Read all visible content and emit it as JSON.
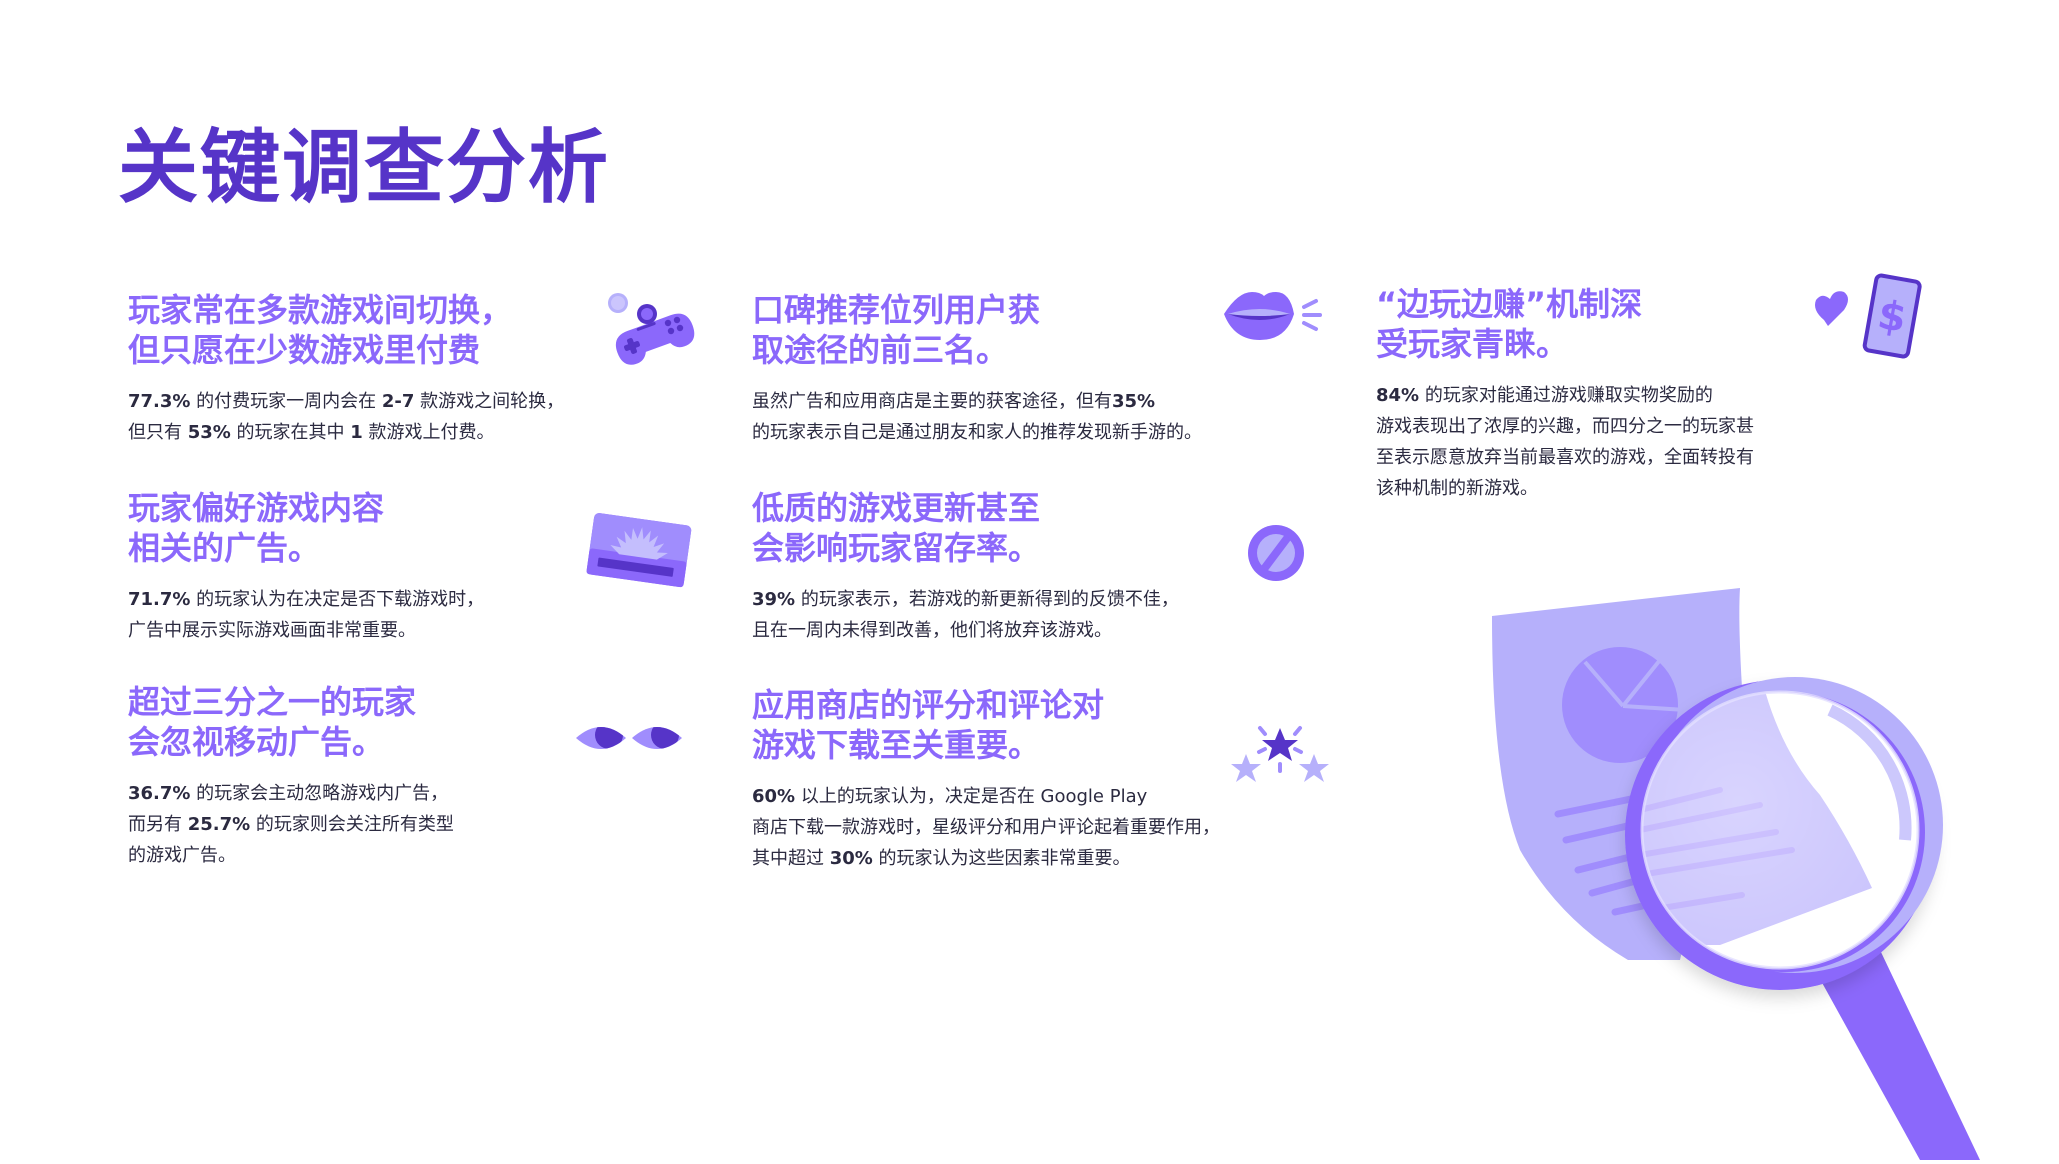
{
  "page": {
    "title": "关键调查分析"
  },
  "colors": {
    "title": "#5634c8",
    "heading": "#8b68fb",
    "body_text": "#2b2a40",
    "icon_light": "#b6b0fb",
    "icon_mid": "#8b68fb",
    "icon_dark": "#5634c8"
  },
  "cards": [
    {
      "heading": "玩家常在多款游戏间切换，\n但只愿在少数游戏里付费",
      "icon": "gamepad-icon",
      "body": [
        [
          {
            "b": "77.3%"
          },
          {
            "t": " 的付费玩家一周内会在 "
          },
          {
            "b": "2-7"
          },
          {
            "t": " 款游戏之间轮换，"
          }
        ],
        [
          {
            "t": "但只有 "
          },
          {
            "b": "53%"
          },
          {
            "t": " 的玩家在其中 "
          },
          {
            "b": "1"
          },
          {
            "t": " 款游戏上付费。"
          }
        ]
      ]
    },
    {
      "heading": "玩家偏好游戏内容\n相关的广告。",
      "icon": "ad-card-icon",
      "body": [
        [
          {
            "b": "71.7%"
          },
          {
            "t": " 的玩家认为在决定是否下载游戏时，"
          }
        ],
        [
          {
            "t": "广告中展示实际游戏画面非常重要。"
          }
        ]
      ]
    },
    {
      "heading": "超过三分之一的玩家\n会忽视移动广告。",
      "icon": "eyes-icon",
      "body": [
        [
          {
            "b": "36.7%"
          },
          {
            "t": " 的玩家会主动忽略游戏内广告，"
          }
        ],
        [
          {
            "t": "而另有 "
          },
          {
            "b": "25.7%"
          },
          {
            "t": " 的玩家则会关注所有类型"
          }
        ],
        [
          {
            "t": "的游戏广告。"
          }
        ]
      ]
    },
    {
      "heading": "口碑推荐位列用户获\n取途径的前三名。",
      "icon": "lips-icon",
      "body": [
        [
          {
            "t": "虽然广告和应用商店是主要的获客途径，但有"
          },
          {
            "b": "35%"
          }
        ],
        [
          {
            "t": "的玩家表示自己是通过朋友和家人的推荐发现新手游的。"
          }
        ]
      ]
    },
    {
      "heading": "低质的游戏更新甚至\n会影响玩家留存率。",
      "icon": "prohibited-icon",
      "body": [
        [
          {
            "b": "39%"
          },
          {
            "t": " 的玩家表示，若游戏的新更新得到的反馈不佳，"
          }
        ],
        [
          {
            "t": "且在一周内未得到改善，他们将放弃该游戏。"
          }
        ]
      ]
    },
    {
      "heading": "应用商店的评分和评论对\n游戏下载至关重要。",
      "icon": "stars-rating-icon",
      "body": [
        [
          {
            "b": "60%"
          },
          {
            "t": " 以上的玩家认为，决定是否在 Google Play"
          }
        ],
        [
          {
            "t": "商店下载一款游戏时，星级评分和用户评论起着重要作用，"
          }
        ],
        [
          {
            "t": "其中超过 "
          },
          {
            "b": "30%"
          },
          {
            "t": " 的玩家认为这些因素非常重要。"
          }
        ]
      ]
    },
    {
      "heading": "“边玩边赚”机制深\n受玩家青睐。",
      "icon": "phone-money-heart-icon",
      "body": [
        [
          {
            "b": "84%"
          },
          {
            "t": " 的玩家对能通过游戏赚取实物奖励的"
          }
        ],
        [
          {
            "t": "游戏表现出了浓厚的兴趣，而四分之一的玩家甚"
          }
        ],
        [
          {
            "t": "至表示愿意放弃当前最喜欢的游戏，全面转投有"
          }
        ],
        [
          {
            "t": "该种机制的新游戏。"
          }
        ]
      ]
    }
  ],
  "illustration": {
    "icon": "magnifier-document-icon"
  }
}
